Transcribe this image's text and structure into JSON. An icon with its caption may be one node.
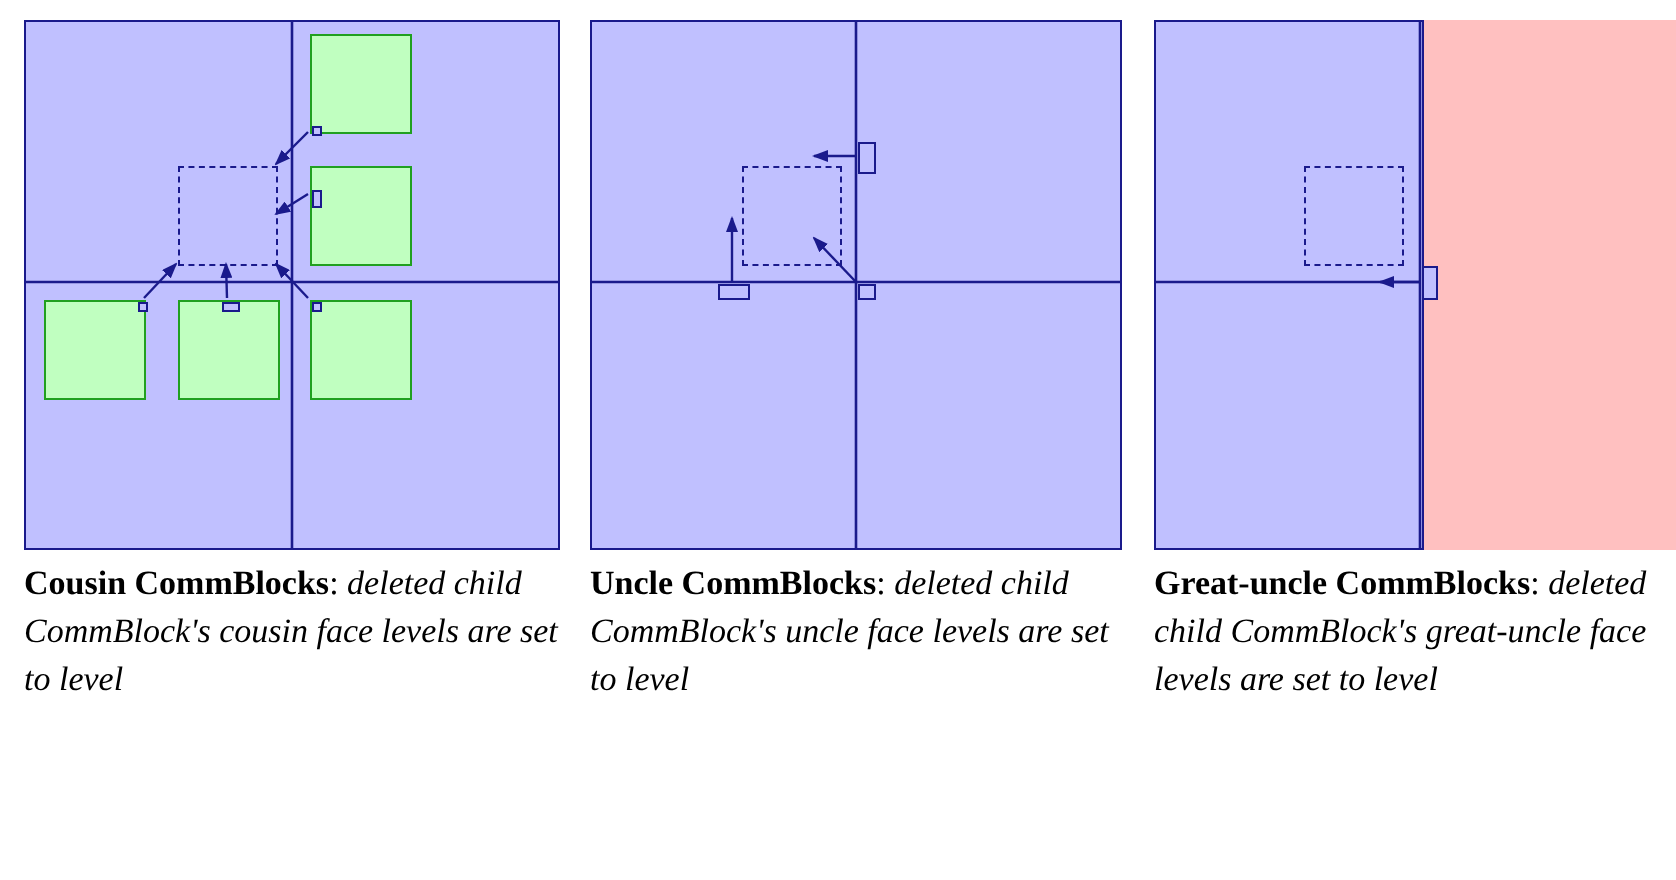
{
  "diagram": {
    "nodes": [
      {
        "text": [],
        "shape": "box",
        "beside": [
          "**Cousin CommBlocks**: *deleted child CommBlock's cousin face levels are set to level*"
        ]
      },
      {
        "text": [],
        "shape": "box",
        "in": 0
      },
      {
        "text": [],
        "shape": "box",
        "in": 0
      },
      {
        "text": [],
        "shape": "box",
        "in": 0
      },
      {
        "text": [],
        "shape": "box",
        "in": 0
      },
      {
        "text": [],
        "shape": "box",
        "in": 0
      },
      {
        "text": [],
        "shape": "box",
        "in": 0
      },
      {
        "text": [],
        "shape": "box",
        "in": 2
      },
      {
        "text": [],
        "shape": "box",
        "in": 3
      },
      {
        "text": [],
        "shape": "box",
        "in": 4
      },
      {
        "text": [],
        "shape": "box",
        "in": 5
      },
      {
        "text": [],
        "shape": "box",
        "in": 6
      },
      {
        "text": [],
        "shape": "box",
        "beside": [
          "**Uncle CommBlocks**: *deleted child CommBlock's uncle face levels are set to level*"
        ]
      },
      {
        "text": [],
        "shape": "box",
        "in": 12
      },
      {
        "text": [],
        "shape": "box",
        "in": 12
      },
      {
        "text": [],
        "shape": "box",
        "in": 12
      },
      {
        "text": [],
        "shape": "box",
        "in": 12
      },
      {
        "text": [],
        "shape": "box",
        "beside": [
          "**Great-uncle CommBlocks**: *deleted child CommBlock's great-uncle face levels are set to level*"
        ]
      },
      {
        "text": [],
        "shape": "box",
        "in": 17
      },
      {
        "text": [],
        "shape": "box",
        "in": 17
      }
    ],
    "edges": [
      {
        "from": 7,
        "to": 1,
        "arrow": "to"
      },
      {
        "from": 8,
        "to": 1,
        "arrow": "to"
      },
      {
        "from": 9,
        "to": 1,
        "arrow": "to"
      },
      {
        "from": 10,
        "to": 1,
        "arrow": "to"
      },
      {
        "from": 11,
        "to": 1,
        "arrow": "to"
      },
      {
        "from": 14,
        "to": 13,
        "arrow": "to"
      },
      {
        "from": 15,
        "to": 13,
        "arrow": "to"
      },
      {
        "from": 16,
        "to": 13,
        "arrow": "to"
      },
      {
        "from": 19,
        "to": 18,
        "arrow": "to"
      }
    ]
  }
}
